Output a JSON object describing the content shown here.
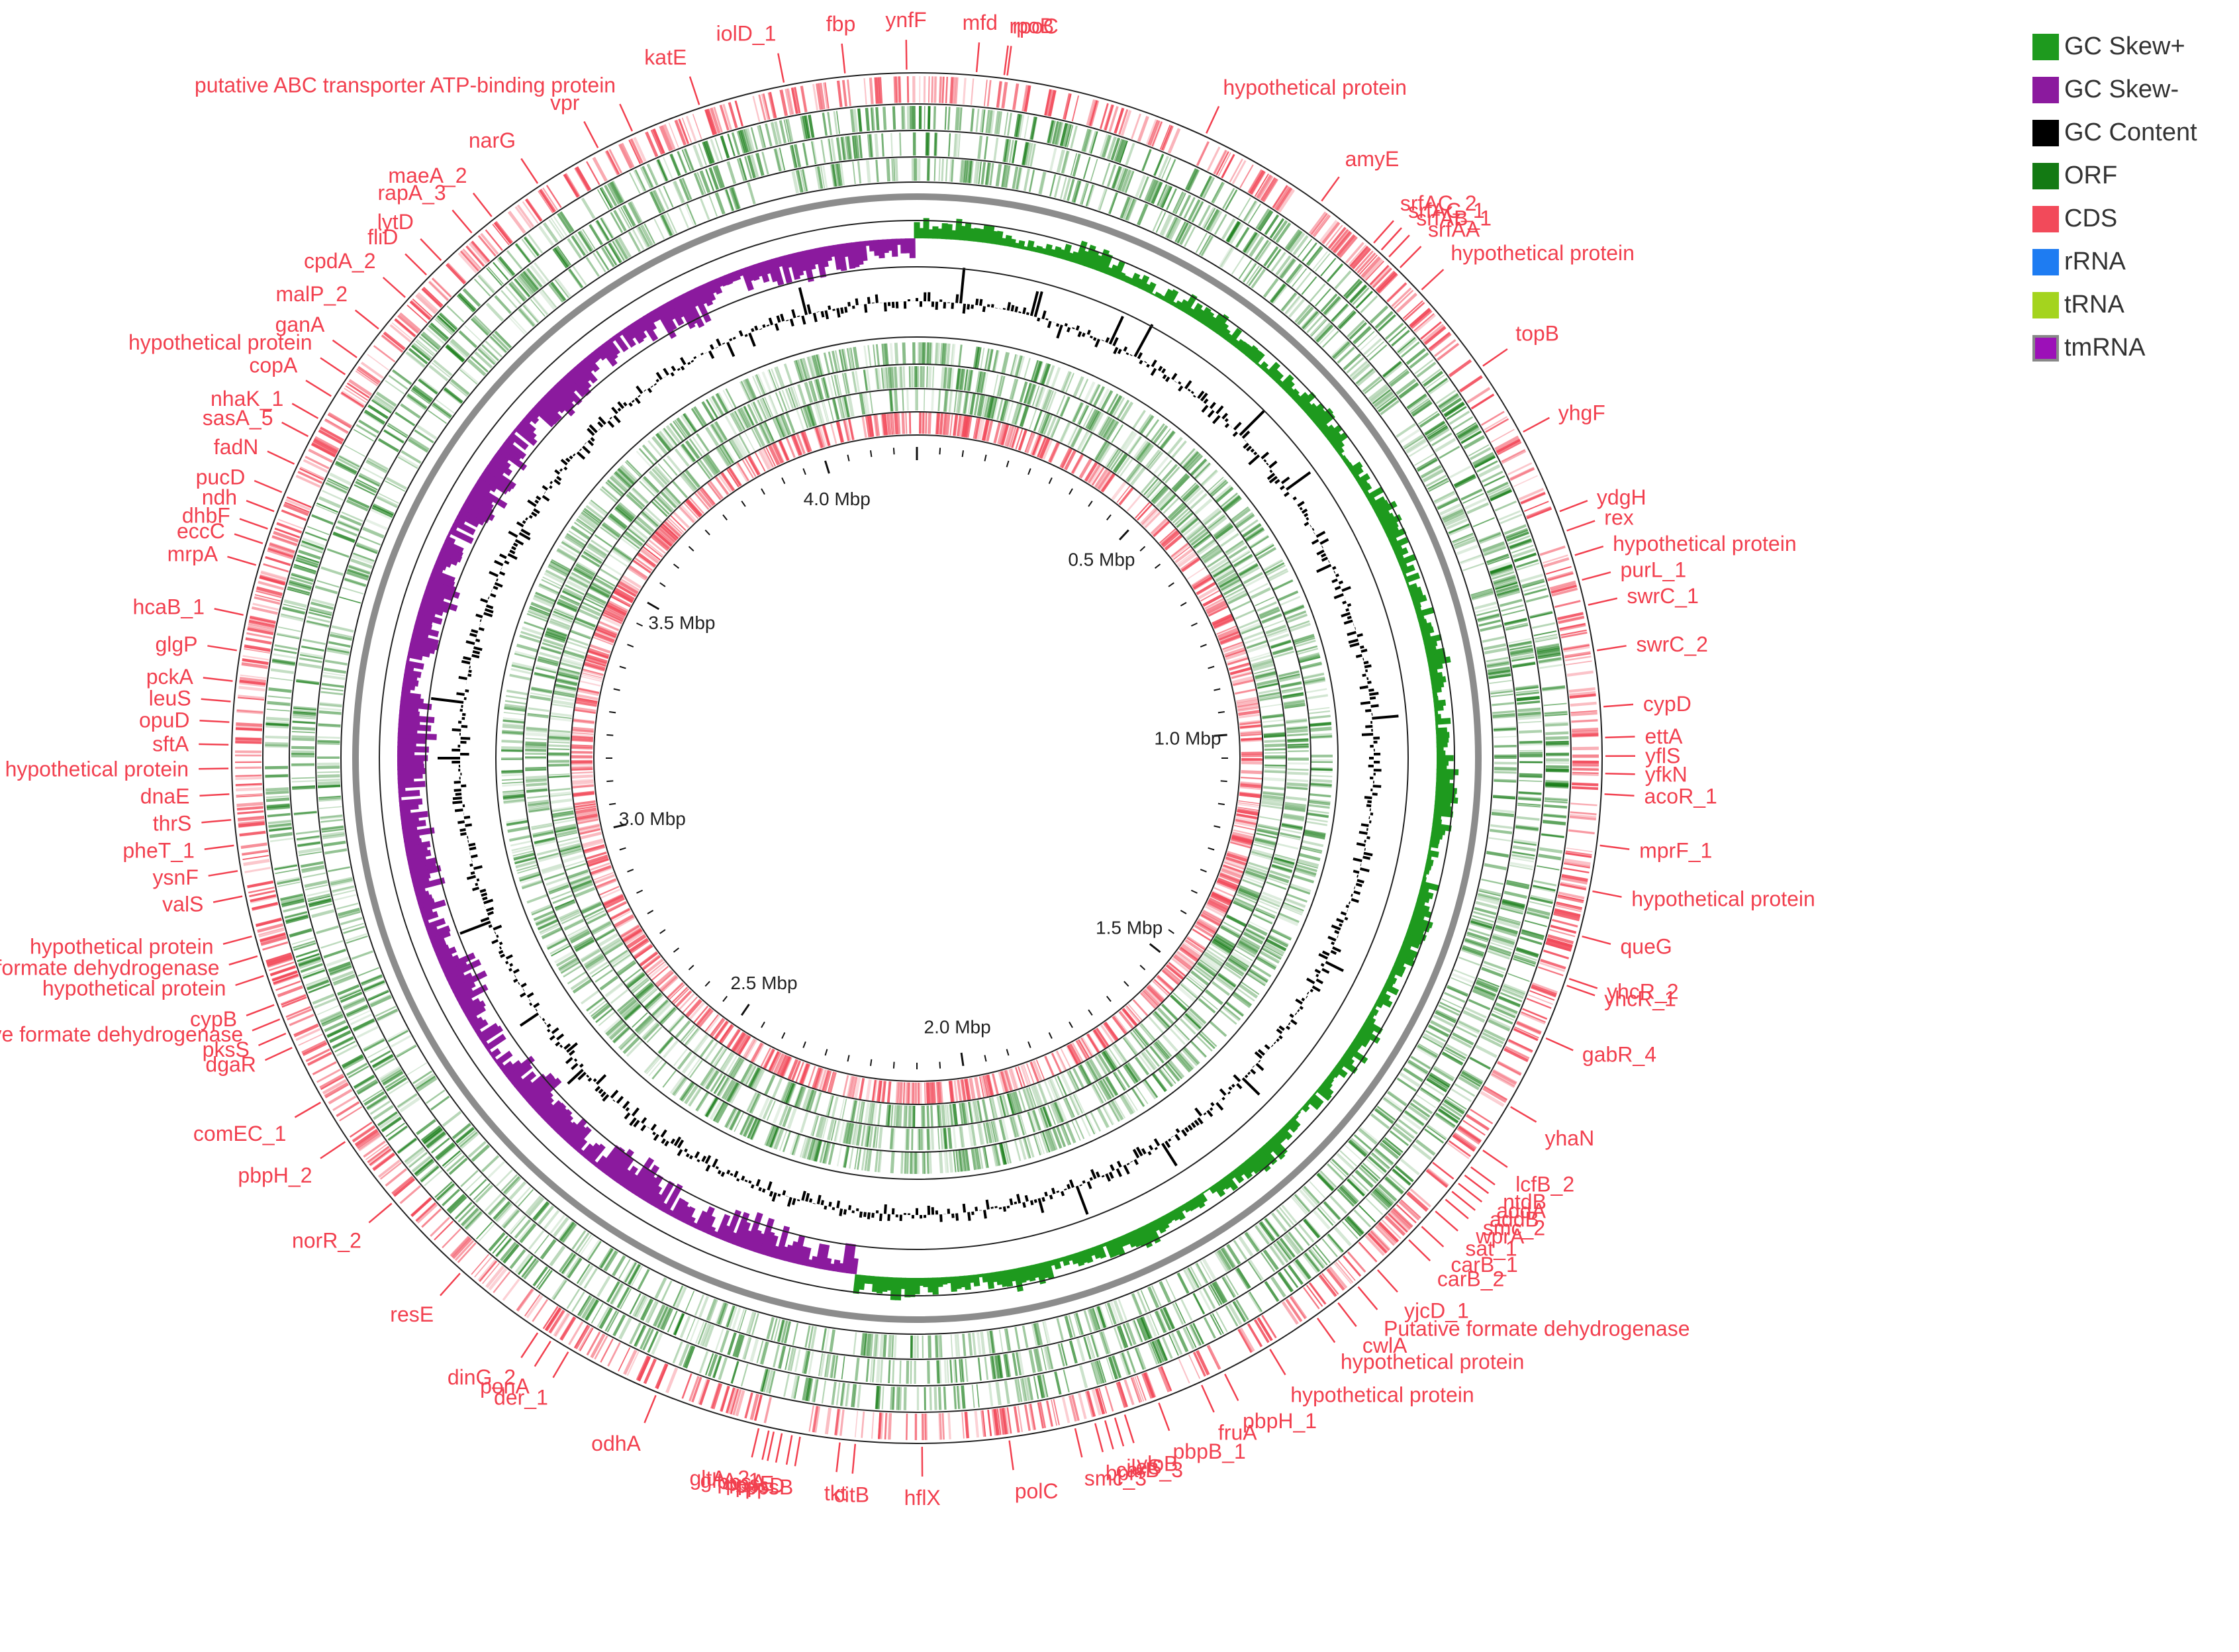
{
  "legend": [
    {
      "label": "GC Skew+",
      "color": "#1e9a1e"
    },
    {
      "label": "GC Skew-",
      "color": "#8b1a9e"
    },
    {
      "label": "GC Content",
      "color": "#000000"
    },
    {
      "label": "ORF",
      "color": "#137a13"
    },
    {
      "label": "CDS",
      "color": "#f24a5a"
    },
    {
      "label": "rRNA",
      "color": "#1e7cf2"
    },
    {
      "label": "tRNA",
      "color": "#a4d41e"
    },
    {
      "label": "tmRNA",
      "color": "#9c10b8"
    }
  ],
  "colors": {
    "label": "#f2404f",
    "cds": "#f24a5a",
    "orf": "#137a13",
    "skew_pos": "#1e9a1e",
    "skew_neg": "#8b1a9e",
    "gc_content": "#000000",
    "ring": "#222222",
    "backbone": "#8c8c8c"
  },
  "genome_size_mbp": 4.2,
  "ticks": [
    {
      "label": "0.5 Mbp",
      "mbp": 0.5
    },
    {
      "label": "1.0 Mbp",
      "mbp": 1.0
    },
    {
      "label": "1.5 Mbp",
      "mbp": 1.5
    },
    {
      "label": "2.0 Mbp",
      "mbp": 2.0
    },
    {
      "label": "2.5 Mbp",
      "mbp": 2.5
    },
    {
      "label": "3.0 Mbp",
      "mbp": 3.0
    },
    {
      "label": "3.5 Mbp",
      "mbp": 3.5
    },
    {
      "label": "4.0 Mbp",
      "mbp": 4.0
    }
  ],
  "genes": [
    {
      "label": "rpoB",
      "mbp": 0.085
    },
    {
      "label": "rpoC",
      "mbp": 0.088
    },
    {
      "label": "mfd",
      "mbp": 0.058
    },
    {
      "label": "ynfF",
      "mbp": 4.19
    },
    {
      "label": "fbp",
      "mbp": 4.13
    },
    {
      "label": "iolD_1",
      "mbp": 4.07
    },
    {
      "label": "katE",
      "mbp": 3.985
    },
    {
      "label": "putative ABC transporter ATP-binding protein",
      "mbp": 3.915
    },
    {
      "label": "vpr",
      "mbp": 3.878
    },
    {
      "label": "narG",
      "mbp": 3.81
    },
    {
      "label": "maeA_2",
      "mbp": 3.755
    },
    {
      "label": "rapA_3",
      "mbp": 3.73
    },
    {
      "label": "lytD",
      "mbp": 3.69
    },
    {
      "label": "fliD",
      "mbp": 3.67
    },
    {
      "label": "cpdA_2",
      "mbp": 3.64
    },
    {
      "label": "malP_2",
      "mbp": 3.6
    },
    {
      "label": "ganA",
      "mbp": 3.565
    },
    {
      "label": "hypothetical protein",
      "mbp": 3.545
    },
    {
      "label": "copA",
      "mbp": 3.52
    },
    {
      "label": "nhaK_1",
      "mbp": 3.495
    },
    {
      "label": "sasA_5",
      "mbp": 3.475
    },
    {
      "label": "fadN",
      "mbp": 3.445
    },
    {
      "label": "pucD",
      "mbp": 3.415
    },
    {
      "label": "ndh",
      "mbp": 3.395
    },
    {
      "label": "dhbF",
      "mbp": 3.377
    },
    {
      "label": "eccC",
      "mbp": 3.362
    },
    {
      "label": "mrpA",
      "mbp": 3.34
    },
    {
      "label": "hcaB_1",
      "mbp": 3.29
    },
    {
      "label": "glgP",
      "mbp": 3.255
    },
    {
      "label": "pckA",
      "mbp": 3.225
    },
    {
      "label": "leuS",
      "mbp": 3.205
    },
    {
      "label": "opuD",
      "mbp": 3.185
    },
    {
      "label": "sftA",
      "mbp": 3.163
    },
    {
      "label": "hypothetical protein",
      "mbp": 3.14
    },
    {
      "label": "dnaE",
      "mbp": 3.115
    },
    {
      "label": "thrS",
      "mbp": 3.09
    },
    {
      "label": "pheT_1",
      "mbp": 3.065
    },
    {
      "label": "ysnF",
      "mbp": 3.04
    },
    {
      "label": "valS",
      "mbp": 3.015
    },
    {
      "label": "hypothetical protein",
      "mbp": 2.975
    },
    {
      "label": "Putative formate dehydrogenase",
      "mbp": 2.955
    },
    {
      "label": "hypothetical protein",
      "mbp": 2.935
    },
    {
      "label": "cypB",
      "mbp": 2.905
    },
    {
      "label": "Putative formate dehydrogenase",
      "mbp": 2.89
    },
    {
      "label": "pksS",
      "mbp": 2.875
    },
    {
      "label": "dgaR",
      "mbp": 2.86
    },
    {
      "label": "comEC_1",
      "mbp": 2.8
    },
    {
      "label": "pbpH_2",
      "mbp": 2.755
    },
    {
      "label": "norR_2",
      "mbp": 2.68
    },
    {
      "label": "resE",
      "mbp": 2.585
    },
    {
      "label": "dinG_2",
      "mbp": 2.49
    },
    {
      "label": "ponA",
      "mbp": 2.475
    },
    {
      "label": "der_1",
      "mbp": 2.455
    },
    {
      "label": "odhA",
      "mbp": 2.36
    },
    {
      "label": "gltA_2",
      "mbp": 2.255
    },
    {
      "label": "gltA_1",
      "mbp": 2.245
    },
    {
      "label": "ppsA",
      "mbp": 2.24
    },
    {
      "label": "ppsE",
      "mbp": 2.232
    },
    {
      "label": "ppsD",
      "mbp": 2.222
    },
    {
      "label": "ppsB",
      "mbp": 2.214
    },
    {
      "label": "tkt",
      "mbp": 2.175
    },
    {
      "label": "citB",
      "mbp": 2.16
    },
    {
      "label": "hflX",
      "mbp": 2.095
    },
    {
      "label": "polC",
      "mbp": 2.01
    },
    {
      "label": "smc_3",
      "mbp": 1.945
    },
    {
      "label": "bpr",
      "mbp": 1.925
    },
    {
      "label": "carB_3",
      "mbp": 1.915
    },
    {
      "label": "ileS",
      "mbp": 1.905
    },
    {
      "label": "yloB",
      "mbp": 1.895
    },
    {
      "label": "pbpB_1",
      "mbp": 1.86
    },
    {
      "label": "fruA",
      "mbp": 1.815
    },
    {
      "label": "pbpH_1",
      "mbp": 1.79
    },
    {
      "label": "hypothetical protein",
      "mbp": 1.74
    },
    {
      "label": "hypothetical protein",
      "mbp": 1.685
    },
    {
      "label": "cwlA",
      "mbp": 1.66
    },
    {
      "label": "Putative formate dehydrogenase",
      "mbp": 1.635
    },
    {
      "label": "yjcD_1",
      "mbp": 1.61
    },
    {
      "label": "carB_2",
      "mbp": 1.568
    },
    {
      "label": "carB_1",
      "mbp": 1.55
    },
    {
      "label": "sat_1",
      "mbp": 1.53
    },
    {
      "label": "wprA",
      "mbp": 1.515
    },
    {
      "label": "smc_2",
      "mbp": 1.505
    },
    {
      "label": "addB",
      "mbp": 1.495
    },
    {
      "label": "addA",
      "mbp": 1.485
    },
    {
      "label": "ntdB",
      "mbp": 1.475
    },
    {
      "label": "lcfB_2",
      "mbp": 1.455
    },
    {
      "label": "yhaN",
      "mbp": 1.405
    },
    {
      "label": "gabR_4",
      "mbp": 1.33
    },
    {
      "label": "yhcR_1",
      "mbp": 1.275
    },
    {
      "label": "yhcR_2",
      "mbp": 1.268
    },
    {
      "label": "queG",
      "mbp": 1.225
    },
    {
      "label": "hypothetical protein",
      "mbp": 1.18
    },
    {
      "label": "mprF_1",
      "mbp": 1.135
    },
    {
      "label": "acoR_1",
      "mbp": 1.085
    },
    {
      "label": "yfkN",
      "mbp": 1.065
    },
    {
      "label": "yflS",
      "mbp": 1.048
    },
    {
      "label": "ettA",
      "mbp": 1.03
    },
    {
      "label": "cypD",
      "mbp": 1.0
    },
    {
      "label": "swrC_2",
      "mbp": 0.945
    },
    {
      "label": "swrC_1",
      "mbp": 0.9
    },
    {
      "label": "purL_1",
      "mbp": 0.875
    },
    {
      "label": "hypothetical protein",
      "mbp": 0.85
    },
    {
      "label": "rex",
      "mbp": 0.825
    },
    {
      "label": "ydgH",
      "mbp": 0.805
    },
    {
      "label": "yhgF",
      "mbp": 0.72
    },
    {
      "label": "topB",
      "mbp": 0.645
    },
    {
      "label": "hypothetical protein",
      "mbp": 0.55
    },
    {
      "label": "srfAA",
      "mbp": 0.52
    },
    {
      "label": "srfAB_1",
      "mbp": 0.505
    },
    {
      "label": "srfAC_1",
      "mbp": 0.495
    },
    {
      "label": "srfAC_2",
      "mbp": 0.485
    },
    {
      "label": "amyE",
      "mbp": 0.42
    },
    {
      "label": "hypothetical protein",
      "mbp": 0.29
    }
  ]
}
